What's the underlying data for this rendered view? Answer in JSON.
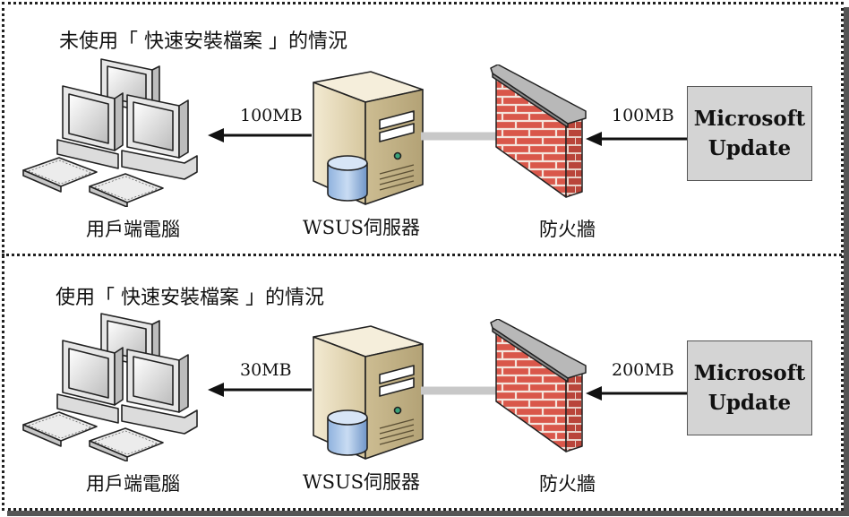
{
  "scenarios": [
    {
      "title": "未使用「 快速安裝檔案 」的情況",
      "client_label": "用戶端電腦",
      "server_label": "WSUS伺服器",
      "firewall_label": "防火牆",
      "client_download": "100MB",
      "internet_download": "100MB",
      "source_line1": "Microsoft",
      "source_line2": "Update"
    },
    {
      "title": "使用「 快速安裝檔案 」的情況",
      "client_label": "用戶端電腦",
      "server_label": "WSUS伺服器",
      "firewall_label": "防火牆",
      "client_download": "30MB",
      "internet_download": "200MB",
      "source_line1": "Microsoft",
      "source_line2": "Update"
    }
  ],
  "icons": {
    "clients": "desktop-computers-icon",
    "server": "server-tower-icon",
    "firewall": "brick-firewall-icon"
  },
  "colors": {
    "brick": "#d9574a",
    "mortar": "#f4e4dc",
    "server_case": "#e9dcb8",
    "source_box": "#d4d4d4",
    "connector": "#c8c8c8"
  }
}
